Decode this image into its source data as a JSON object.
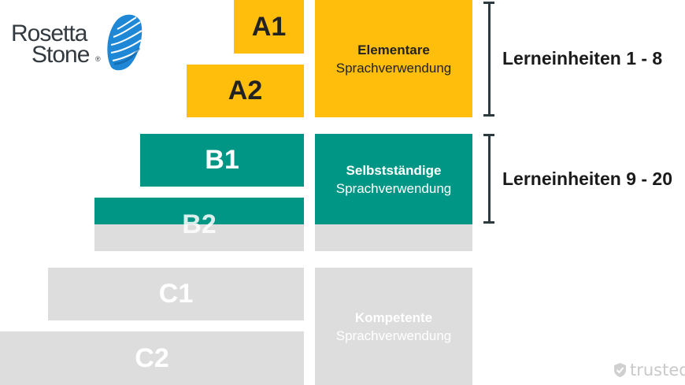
{
  "logo": {
    "line1": "Rosetta",
    "line2": "Stone",
    "trademark": "®"
  },
  "levels": {
    "a1": "A1",
    "a2": "A2",
    "b1": "B1",
    "b2": "B2",
    "c1": "C1",
    "c2": "C2"
  },
  "groups": {
    "elementary": {
      "title": "Elementare",
      "subtitle": "Sprachverwendung"
    },
    "independent": {
      "title": "Selbstständige",
      "subtitle": "Sprachverwendung"
    },
    "competent": {
      "title": "Kompetente",
      "subtitle": "Sprachverwendung"
    }
  },
  "units": {
    "first": "Lerneinheiten 1 - 8",
    "second": "Lerneinheiten 9 - 20"
  },
  "watermark": {
    "text": "trusted"
  },
  "colors": {
    "yellow": "#FFBE0B",
    "green": "#009685",
    "grey": "#DDDDDD",
    "bracket": "#2d3a40",
    "logo_blue": "#1E88D7"
  }
}
